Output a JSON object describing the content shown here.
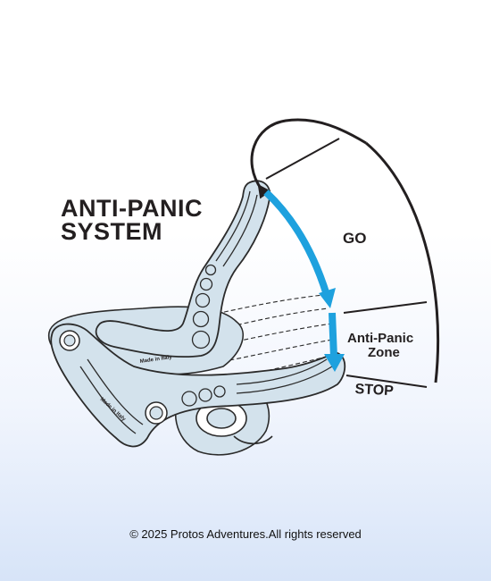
{
  "title": {
    "line1": "ANTI-PANIC",
    "line2": "SYSTEM"
  },
  "labels": {
    "go": "GO",
    "anti_panic_zone_line1": "Anti-Panic",
    "anti_panic_zone_line2": "Zone",
    "stop": "STOP"
  },
  "device_engravings": {
    "engraving_1": "Made in Italy",
    "engraving_2": "Made in Italy"
  },
  "footer": {
    "copyright": "© 2025 Protos Adventures.All rights reserved"
  },
  "colors": {
    "device_fill": "#d3e2ec",
    "device_outline": "#2b2b2b",
    "arrow_blue": "#1ea1de",
    "text": "#231f20"
  }
}
